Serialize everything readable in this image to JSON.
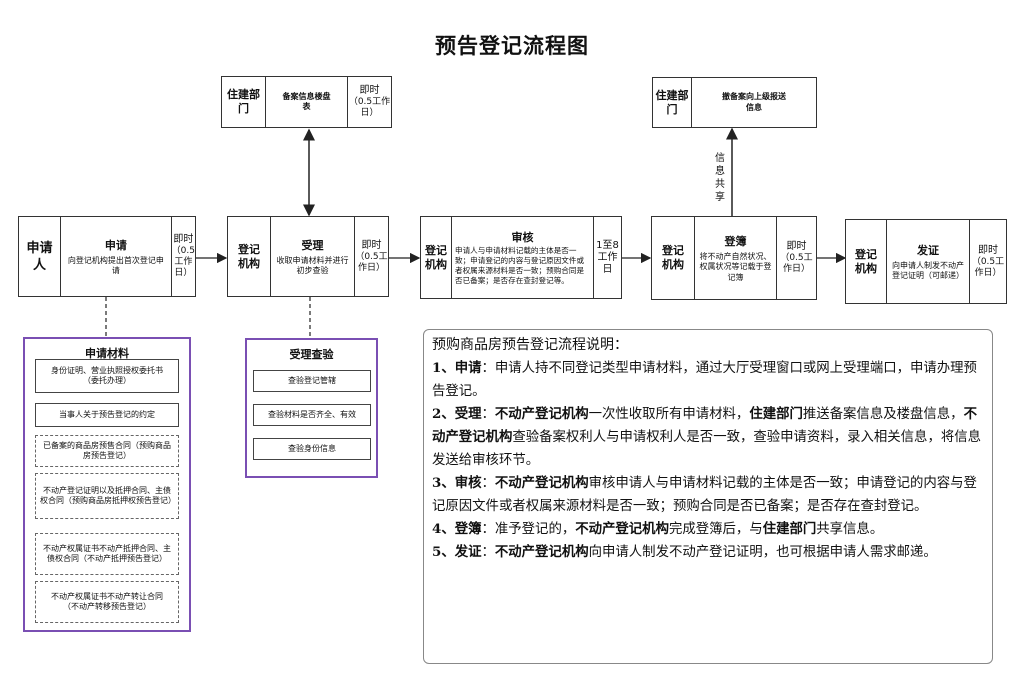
{
  "title": "预告登记流程图",
  "steps": {
    "apply": {
      "actor": "申请人",
      "heading": "申请",
      "desc": "向登记机构提出首次登记申请",
      "time_a": "即时",
      "time_b": "（0.5工作日）"
    },
    "accept": {
      "actor": "登记机构",
      "heading": "受理",
      "desc": "收取申请材料并进行初步查验",
      "time_a": "即时",
      "time_b": "（0.5工作日）"
    },
    "review": {
      "actor": "登记机构",
      "heading": "审核",
      "desc": "申请人与申请材料记载的主体是否一致；申请登记的内容与登记原因文件或者权属来源材料是否一致；预购合同是否已备案；是否存在查封登记等。",
      "time_a": "1至8",
      "time_b": "工作日"
    },
    "register": {
      "actor": "登记机构",
      "heading": "登簿",
      "desc": "将不动产自然状况、权属状况等记载于登记簿",
      "time_a": "即时",
      "time_b": "（0.5工作日）"
    },
    "issue": {
      "actor": "登记机构",
      "heading": "发证",
      "desc": "向申请人制发不动产登记证明（可邮递）",
      "time_a": "即时",
      "time_b": "（0.5工作日）"
    }
  },
  "housing_top_left": {
    "actor": "住建部门",
    "desc": "备案信息楼盘表",
    "time_a": "即时",
    "time_b": "（0.5工作日）"
  },
  "housing_top_right": {
    "actor": "住建部门",
    "desc": "撤备案向上级报送信息"
  },
  "info_share_label": "信息共享",
  "materials": {
    "title": "申请材料",
    "items": [
      "身份证明、营业执照授权委托书（委托办理）",
      "当事人关于预告登记的约定",
      "已备案的商品房预售合同（预购商品房预告登记）",
      "不动产登记证明以及抵押合同、主债权合同（预购商品房抵押权预告登记）",
      "不动产权属证书不动产抵押合同、主债权合同（不动产抵押预告登记）",
      "不动产权属证书不动产转让合同（不动产转移预告登记）"
    ]
  },
  "check": {
    "title": "受理查验",
    "items": [
      "查验登记管辖",
      "查验材料是否齐全、有效",
      "查验身份信息"
    ]
  },
  "notes": {
    "title": "预购商品房预告登记流程说明：",
    "n1_label": "1、申请",
    "n1_text": "：申请人持不同登记类型申请材料，通过大厅受理窗口或网上受理端口，申请办理预告登记。",
    "n2_label": "2、受理",
    "n2_t1": "：",
    "n2_b1": "不动产登记机构",
    "n2_t2": "一次性收取所有申请材料，",
    "n2_b2": "住建部门",
    "n2_t3": "推送备案信息及楼盘信息，",
    "n2_b3": "不动产登记机构",
    "n2_t4": "查验备案权利人与申请权利人是否一致，查验申请资料，录入相关信息，将信息发送给审核环节。",
    "n3_label": "3、审核",
    "n3_t1": "：",
    "n3_b1": "不动产登记机构",
    "n3_t2": "审核申请人与申请材料记载的主体是否一致；申请登记的内容与登记原因文件或者权属来源材料是否一致；预购合同是否已备案；是否存在查封登记。",
    "n4_label": "4、登簿",
    "n4_t1": "：准予登记的，",
    "n4_b1": "不动产登记机构",
    "n4_t2": "完成登簿后，与",
    "n4_b2": "住建部门",
    "n4_t3": "共享信息。",
    "n5_label": "5、发证",
    "n5_t1": "：",
    "n5_b1": "不动产登记机构",
    "n5_t2": "向申请人制发不动产登记证明，也可根据申请人需求邮递。"
  },
  "colors": {
    "list_border": "#7a4fb3",
    "line": "#222222"
  }
}
